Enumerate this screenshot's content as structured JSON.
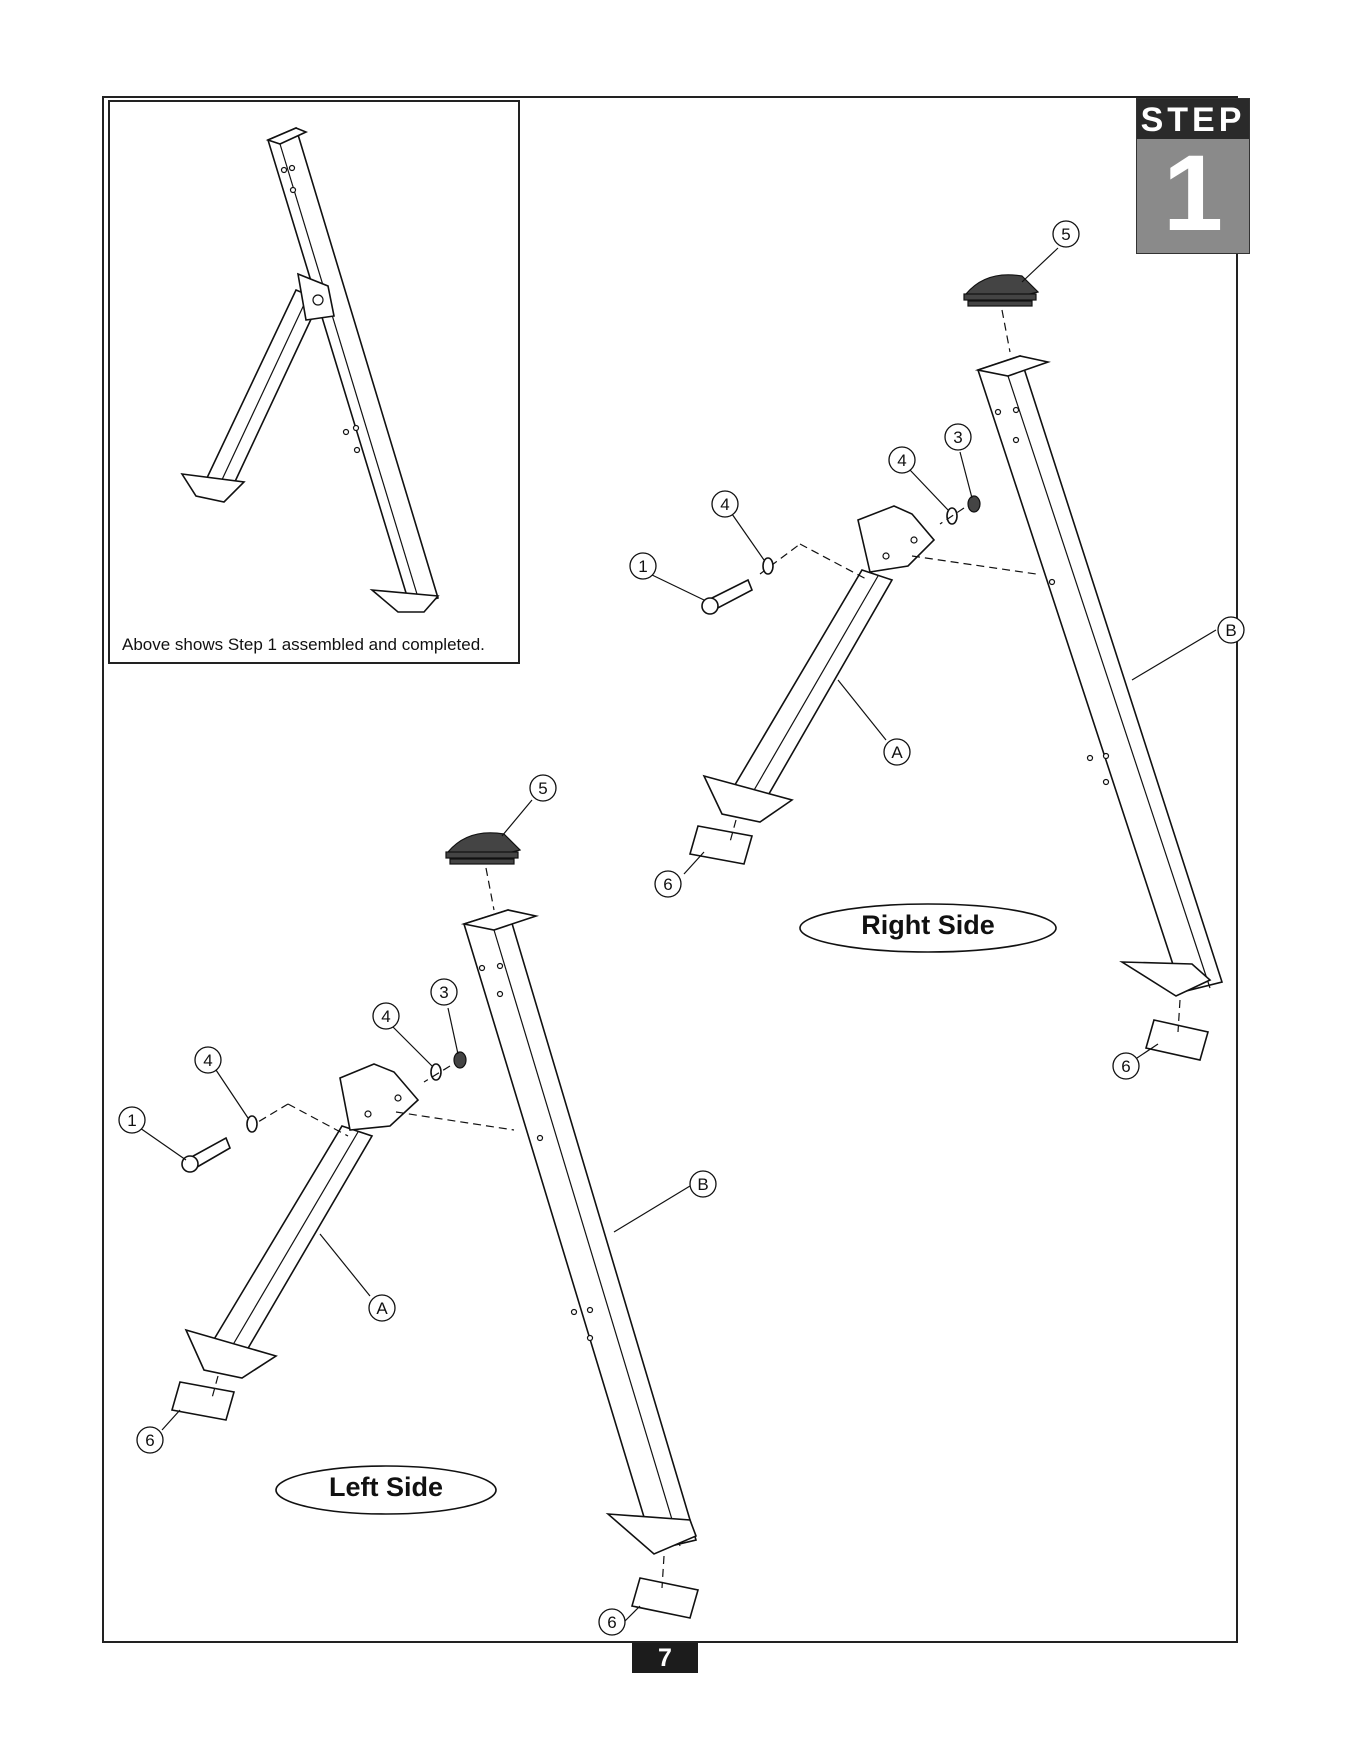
{
  "step": {
    "word": "STEP",
    "number": "1"
  },
  "inset": {
    "caption": "Above shows Step 1 assembled and completed."
  },
  "right_side": {
    "label": "Right Side",
    "callouts": {
      "c1": "1",
      "c3": "3",
      "c4a": "4",
      "c4b": "4",
      "c5": "5",
      "c6a": "6",
      "c6b": "6",
      "cA": "A",
      "cB": "B"
    }
  },
  "left_side": {
    "label": "Left Side",
    "callouts": {
      "c1": "1",
      "c3": "3",
      "c4a": "4",
      "c4b": "4",
      "c5": "5",
      "c6a": "6",
      "c6b": "6",
      "cA": "A",
      "cB": "B"
    }
  },
  "page": {
    "number": "7"
  }
}
